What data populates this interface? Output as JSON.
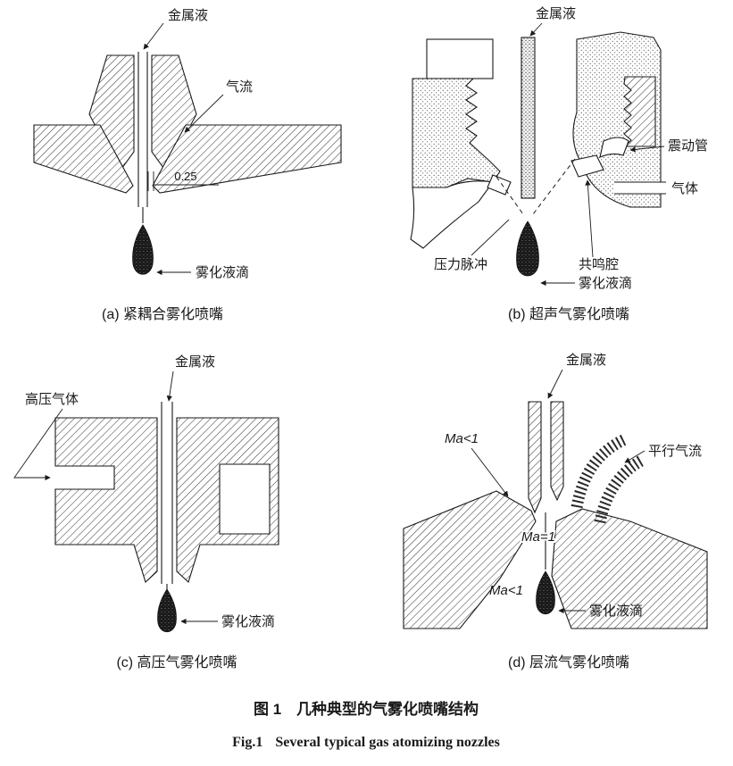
{
  "panels": {
    "a": {
      "caption": "(a) 紧耦合雾化喷嘴",
      "labels": {
        "metal_liquid": "金属液",
        "gas_flow": "气流",
        "gap_dimension": "0.25",
        "atomized_droplets": "雾化液滴"
      }
    },
    "b": {
      "caption": "(b) 超声气雾化喷嘴",
      "labels": {
        "metal_liquid": "金属液",
        "vibration_tube": "震动管",
        "gas": "气体",
        "pressure_pulse": "压力脉冲",
        "resonance_cavity": "共鸣腔",
        "atomized_droplets": "雾化液滴"
      }
    },
    "c": {
      "caption": "(c) 高压气雾化喷嘴",
      "labels": {
        "metal_liquid": "金属液",
        "high_pressure_gas": "高压气体",
        "atomized_droplets": "雾化液滴"
      }
    },
    "d": {
      "caption": "(d) 层流气雾化喷嘴",
      "labels": {
        "metal_liquid": "金属液",
        "mach_lt1_upper": "Ma<1",
        "parallel_gas_flow": "平行气流",
        "mach_eq1": "Ma=1",
        "mach_lt1_lower": "Ma<1",
        "atomized_droplets": "雾化液滴"
      }
    }
  },
  "figure_caption": {
    "cn_label": "图 1",
    "cn_title": "几种典型的气雾化喷嘴结构",
    "en_label": "Fig.1",
    "en_title": "Several typical gas atomizing nozzles"
  },
  "colors": {
    "ink": "#1a1a1a",
    "background": "#ffffff",
    "droplet": "#191919"
  }
}
